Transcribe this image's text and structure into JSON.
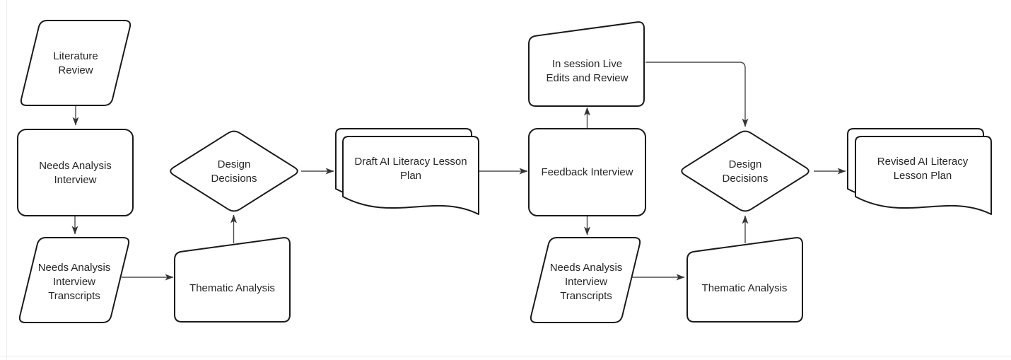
{
  "diagram": {
    "title": "AI Literacy Lesson Plan design process flowchart",
    "colors": {
      "background": "#ffffff",
      "shape_fill": "#ffffff",
      "shape_stroke": "#1a1a1a",
      "edge_stroke": "#4d4d4d",
      "text": "#262626"
    },
    "nodes": {
      "literature_review": {
        "shape": "parallelogram",
        "lines": [
          "Literature",
          "Review"
        ]
      },
      "needs_analysis_interview": {
        "shape": "rounded-rectangle",
        "lines": [
          "Needs Analysis",
          "Interview"
        ]
      },
      "needs_analysis_transcripts_1": {
        "shape": "parallelogram",
        "lines": [
          "Needs Analysis",
          "Interview",
          "Transcripts"
        ]
      },
      "thematic_analysis_1": {
        "shape": "manual-operation",
        "lines": [
          "Thematic Analysis"
        ]
      },
      "design_decisions_1": {
        "shape": "diamond",
        "lines": [
          "Design",
          "Decisions"
        ]
      },
      "draft_lesson_plan": {
        "shape": "multi-document",
        "lines": [
          "Draft AI Literacy Lesson",
          "Plan"
        ]
      },
      "feedback_interview": {
        "shape": "rounded-rectangle",
        "lines": [
          "Feedback Interview"
        ]
      },
      "in_session_edits": {
        "shape": "manual-operation",
        "lines": [
          "In session Live",
          "Edits and Review"
        ]
      },
      "design_decisions_2": {
        "shape": "diamond",
        "lines": [
          "Design",
          "Decisions"
        ]
      },
      "needs_analysis_transcripts_2": {
        "shape": "parallelogram",
        "lines": [
          "Needs Analysis",
          "Interview",
          "Transcripts"
        ]
      },
      "thematic_analysis_2": {
        "shape": "manual-operation",
        "lines": [
          "Thematic Analysis"
        ]
      },
      "revised_lesson_plan": {
        "shape": "multi-document",
        "lines": [
          "Revised AI Literacy",
          "Lesson Plan"
        ]
      }
    },
    "edges": [
      "literature_review -> needs_analysis_interview",
      "needs_analysis_interview -> needs_analysis_transcripts_1",
      "needs_analysis_transcripts_1 -> thematic_analysis_1",
      "thematic_analysis_1 -> design_decisions_1",
      "design_decisions_1 -> draft_lesson_plan",
      "draft_lesson_plan -> feedback_interview",
      "feedback_interview -> in_session_edits",
      "feedback_interview -> needs_analysis_transcripts_2",
      "in_session_edits -> design_decisions_2",
      "needs_analysis_transcripts_2 -> thematic_analysis_2",
      "thematic_analysis_2 -> design_decisions_2",
      "design_decisions_2 -> revised_lesson_plan"
    ]
  }
}
